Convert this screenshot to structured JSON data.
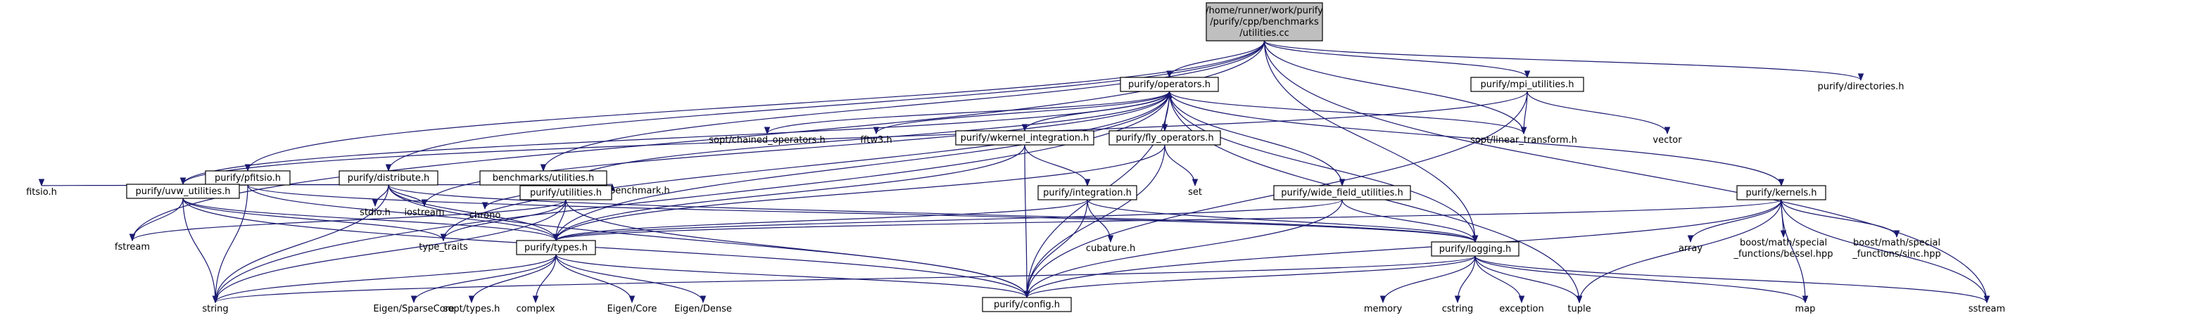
{
  "graph": {
    "nodes": [
      {
        "id": "root",
        "lines": [
          "/home/runner/work/purify",
          "/purify/cpp/benchmarks",
          "/utilities.cc"
        ],
        "style": "root"
      },
      {
        "id": "operators",
        "lines": [
          "purify/operators.h"
        ],
        "style": "box"
      },
      {
        "id": "mpi_utilities",
        "lines": [
          "purify/mpi_utilities.h"
        ],
        "style": "box"
      },
      {
        "id": "directories",
        "lines": [
          "purify/directories.h"
        ],
        "style": "ext"
      },
      {
        "id": "pfitsio",
        "lines": [
          "purify/pfitsio.h"
        ],
        "style": "box"
      },
      {
        "id": "distribute",
        "lines": [
          "purify/distribute.h"
        ],
        "style": "box"
      },
      {
        "id": "bench_utilities",
        "lines": [
          "benchmarks/utilities.h"
        ],
        "style": "box"
      },
      {
        "id": "chained_operators",
        "lines": [
          "sopt/chained_operators.h"
        ],
        "style": "ext"
      },
      {
        "id": "fftw3",
        "lines": [
          "fftw3.h"
        ],
        "style": "ext"
      },
      {
        "id": "wkernel",
        "lines": [
          "purify/wkernel_integration.h"
        ],
        "style": "box"
      },
      {
        "id": "fly_operators",
        "lines": [
          "purify/fly_operators.h"
        ],
        "style": "box"
      },
      {
        "id": "linear_transform",
        "lines": [
          "sopt/linear_transform.h"
        ],
        "style": "ext"
      },
      {
        "id": "vector",
        "lines": [
          "vector"
        ],
        "style": "ext"
      },
      {
        "id": "fitsio",
        "lines": [
          "fitsio.h"
        ],
        "style": "ext"
      },
      {
        "id": "uvw_utilities",
        "lines": [
          "purify/uvw_utilities.h"
        ],
        "style": "box"
      },
      {
        "id": "stdio",
        "lines": [
          "stdio.h"
        ],
        "style": "ext"
      },
      {
        "id": "iostream",
        "lines": [
          "iostream"
        ],
        "style": "ext"
      },
      {
        "id": "chrono",
        "lines": [
          "chrono"
        ],
        "style": "ext"
      },
      {
        "id": "benchmark",
        "lines": [
          "benchmark/benchmark.h"
        ],
        "style": "ext"
      },
      {
        "id": "utilities",
        "lines": [
          "purify/utilities.h"
        ],
        "style": "box"
      },
      {
        "id": "integration",
        "lines": [
          "purify/integration.h"
        ],
        "style": "box"
      },
      {
        "id": "set",
        "lines": [
          "set"
        ],
        "style": "ext"
      },
      {
        "id": "wide_field",
        "lines": [
          "purify/wide_field_utilities.h"
        ],
        "style": "box"
      },
      {
        "id": "kernels",
        "lines": [
          "purify/kernels.h"
        ],
        "style": "box"
      },
      {
        "id": "array",
        "lines": [
          "array"
        ],
        "style": "ext"
      },
      {
        "id": "bessel",
        "lines": [
          "boost/math/special",
          "_functions/bessel.hpp"
        ],
        "style": "ext"
      },
      {
        "id": "sinc",
        "lines": [
          "boost/math/special",
          "_functions/sinc.hpp"
        ],
        "style": "ext"
      },
      {
        "id": "fstream",
        "lines": [
          "fstream"
        ],
        "style": "ext"
      },
      {
        "id": "type_traits",
        "lines": [
          "type_traits"
        ],
        "style": "ext"
      },
      {
        "id": "types",
        "lines": [
          "purify/types.h"
        ],
        "style": "box"
      },
      {
        "id": "cubature",
        "lines": [
          "cubature.h"
        ],
        "style": "ext"
      },
      {
        "id": "logging",
        "lines": [
          "purify/logging.h"
        ],
        "style": "box"
      },
      {
        "id": "string",
        "lines": [
          "string"
        ],
        "style": "ext"
      },
      {
        "id": "config",
        "lines": [
          "purify/config.h"
        ],
        "style": "box"
      },
      {
        "id": "eigen_sparse",
        "lines": [
          "Eigen/SparseCore"
        ],
        "style": "ext"
      },
      {
        "id": "sopt_types",
        "lines": [
          "sopt/types.h"
        ],
        "style": "ext"
      },
      {
        "id": "complex",
        "lines": [
          "complex"
        ],
        "style": "ext"
      },
      {
        "id": "eigen_core",
        "lines": [
          "Eigen/Core"
        ],
        "style": "ext"
      },
      {
        "id": "eigen_dense",
        "lines": [
          "Eigen/Dense"
        ],
        "style": "ext"
      },
      {
        "id": "memory",
        "lines": [
          "memory"
        ],
        "style": "ext"
      },
      {
        "id": "cstring",
        "lines": [
          "cstring"
        ],
        "style": "ext"
      },
      {
        "id": "exception",
        "lines": [
          "exception"
        ],
        "style": "ext"
      },
      {
        "id": "tuple",
        "lines": [
          "tuple"
        ],
        "style": "ext"
      },
      {
        "id": "map",
        "lines": [
          "map"
        ],
        "style": "ext"
      },
      {
        "id": "sstream",
        "lines": [
          "sstream"
        ],
        "style": "ext"
      }
    ],
    "edges": [
      [
        "root",
        "operators"
      ],
      [
        "root",
        "mpi_utilities"
      ],
      [
        "root",
        "directories"
      ],
      [
        "root",
        "pfitsio"
      ],
      [
        "root",
        "distribute"
      ],
      [
        "root",
        "bench_utilities"
      ],
      [
        "root",
        "linear_transform"
      ],
      [
        "root",
        "logging"
      ],
      [
        "root",
        "sstream"
      ],
      [
        "root",
        "fstream"
      ],
      [
        "operators",
        "chained_operators"
      ],
      [
        "operators",
        "fftw3"
      ],
      [
        "operators",
        "wkernel"
      ],
      [
        "operators",
        "fly_operators"
      ],
      [
        "operators",
        "linear_transform"
      ],
      [
        "operators",
        "uvw_utilities"
      ],
      [
        "operators",
        "utilities"
      ],
      [
        "operators",
        "wide_field"
      ],
      [
        "operators",
        "kernels"
      ],
      [
        "operators",
        "iostream"
      ],
      [
        "operators",
        "type_traits"
      ],
      [
        "operators",
        "types"
      ],
      [
        "operators",
        "logging"
      ],
      [
        "operators",
        "config"
      ],
      [
        "operators",
        "tuple"
      ],
      [
        "operators",
        "string"
      ],
      [
        "mpi_utilities",
        "linear_transform"
      ],
      [
        "mpi_utilities",
        "vector"
      ],
      [
        "mpi_utilities",
        "config"
      ],
      [
        "mpi_utilities",
        "uvw_utilities"
      ],
      [
        "pfitsio",
        "fitsio"
      ],
      [
        "pfitsio",
        "uvw_utilities"
      ],
      [
        "pfitsio",
        "types"
      ],
      [
        "pfitsio",
        "logging"
      ],
      [
        "pfitsio",
        "string"
      ],
      [
        "distribute",
        "uvw_utilities"
      ],
      [
        "distribute",
        "stdio"
      ],
      [
        "distribute",
        "iostream"
      ],
      [
        "distribute",
        "types"
      ],
      [
        "distribute",
        "logging"
      ],
      [
        "distribute",
        "config"
      ],
      [
        "distribute",
        "string"
      ],
      [
        "bench_utilities",
        "chrono"
      ],
      [
        "bench_utilities",
        "benchmark"
      ],
      [
        "bench_utilities",
        "uvw_utilities"
      ],
      [
        "wkernel",
        "integration"
      ],
      [
        "wkernel",
        "types"
      ],
      [
        "wkernel",
        "config"
      ],
      [
        "fly_operators",
        "operators"
      ],
      [
        "fly_operators",
        "set"
      ],
      [
        "fly_operators",
        "types"
      ],
      [
        "fly_operators",
        "config"
      ],
      [
        "uvw_utilities",
        "fstream"
      ],
      [
        "uvw_utilities",
        "string"
      ],
      [
        "uvw_utilities",
        "type_traits"
      ],
      [
        "uvw_utilities",
        "types"
      ],
      [
        "uvw_utilities",
        "config"
      ],
      [
        "utilities",
        "fstream"
      ],
      [
        "utilities",
        "type_traits"
      ],
      [
        "utilities",
        "types"
      ],
      [
        "utilities",
        "config"
      ],
      [
        "utilities",
        "string"
      ],
      [
        "integration",
        "cubature"
      ],
      [
        "integration",
        "types"
      ],
      [
        "integration",
        "logging"
      ],
      [
        "integration",
        "config"
      ],
      [
        "wide_field",
        "types"
      ],
      [
        "wide_field",
        "logging"
      ],
      [
        "wide_field",
        "config"
      ],
      [
        "kernels",
        "array"
      ],
      [
        "kernels",
        "bessel"
      ],
      [
        "kernels",
        "sinc"
      ],
      [
        "kernels",
        "types"
      ],
      [
        "kernels",
        "config"
      ],
      [
        "kernels",
        "tuple"
      ],
      [
        "kernels",
        "map"
      ],
      [
        "kernels",
        "sstream"
      ],
      [
        "types",
        "eigen_sparse"
      ],
      [
        "types",
        "sopt_types"
      ],
      [
        "types",
        "complex"
      ],
      [
        "types",
        "eigen_core"
      ],
      [
        "types",
        "eigen_dense"
      ],
      [
        "types",
        "config"
      ],
      [
        "types",
        "string"
      ],
      [
        "logging",
        "memory"
      ],
      [
        "logging",
        "cstring"
      ],
      [
        "logging",
        "exception"
      ],
      [
        "logging",
        "tuple"
      ],
      [
        "logging",
        "map"
      ],
      [
        "logging",
        "sstream"
      ],
      [
        "logging",
        "string"
      ],
      [
        "logging",
        "config"
      ]
    ]
  },
  "colors": {
    "edge": "#191970",
    "root_fill": "#bfbfbf",
    "box_stroke": "#000000",
    "ext_stroke": "#bfbfbf",
    "ext_text": "#404040"
  }
}
